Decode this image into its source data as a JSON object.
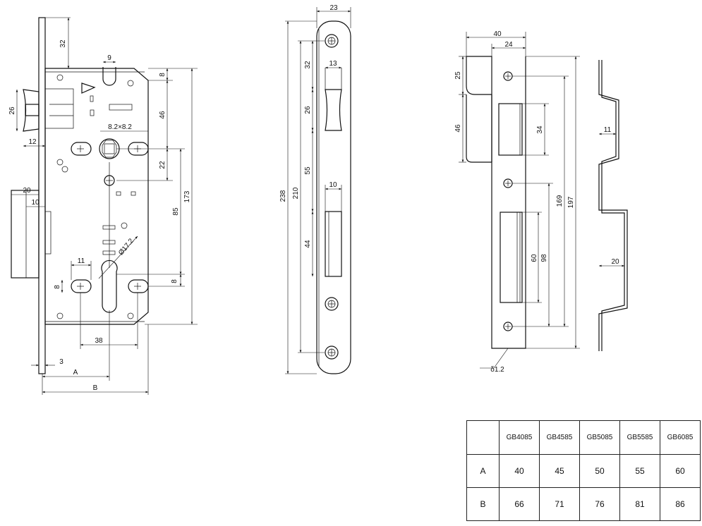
{
  "views": {
    "lock_body": {
      "dims": {
        "d32": "32",
        "d9": "9",
        "d8_top": "8",
        "d26": "26",
        "d46": "46",
        "d82": "8.2×8.2",
        "d12": "12",
        "d22": "22",
        "d173": "173",
        "d20": "20",
        "d10": "10",
        "d85": "85",
        "d172": "Ø17.2",
        "d11": "11",
        "d8_left": "8",
        "d8_right": "8",
        "d38": "38",
        "d3": "3",
        "dA": "A",
        "dB": "B"
      }
    },
    "faceplate": {
      "dims": {
        "d23": "23",
        "d32": "32",
        "d13": "13",
        "d26": "26",
        "d238": "238",
        "d210": "210",
        "d55": "55",
        "d10": "10",
        "d44": "44"
      }
    },
    "strike_plate": {
      "dims": {
        "d40": "40",
        "d24": "24",
        "d25": "25",
        "d46": "46",
        "d34": "34",
        "d169": "169",
        "d197": "197",
        "d60": "60",
        "d98": "98",
        "d11": "11",
        "d20": "20",
        "thickness": "δ1.2"
      }
    }
  },
  "spec_table": {
    "columns": [
      "",
      "GB4085",
      "GB4585",
      "GB5085",
      "GB5585",
      "GB6085"
    ],
    "rows": [
      {
        "label": "A",
        "values": [
          "40",
          "45",
          "50",
          "55",
          "60"
        ]
      },
      {
        "label": "B",
        "values": [
          "66",
          "71",
          "76",
          "81",
          "86"
        ]
      }
    ]
  }
}
